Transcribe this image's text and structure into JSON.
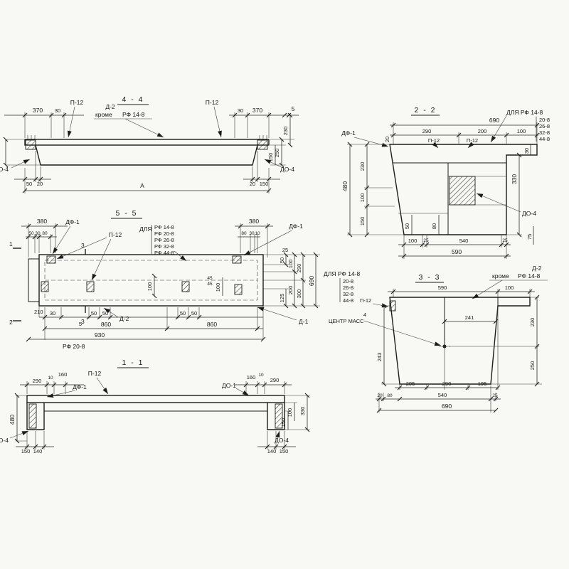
{
  "sheet": {
    "background": "#f8f8f4",
    "ink": "#1c1c1c"
  },
  "views": {
    "v44": {
      "title": "4 - 4"
    },
    "v55": {
      "title": "5 - 5"
    },
    "v11": {
      "title": "1 - 1"
    },
    "v22": {
      "title": "2 - 2"
    },
    "v33": {
      "title": "3 - 3"
    }
  },
  "t": {
    "p12": "П-12",
    "df1": "ДФ-1",
    "do4": "ДО-4",
    "do1": "ДО-1",
    "d1lbl": "Д-1",
    "d2lbl": "Д-2",
    "krome": "кроме",
    "dlya": "ДЛЯ",
    "dlya_rf": "ДЛЯ  РФ 14-8",
    "rf148": "РФ 14-8",
    "rf208": "РФ 20-8",
    "rf268": "РФ 26-8",
    "rf328": "РФ 32-8",
    "rf448": "РФ 44-8",
    "r208": "20-8",
    "r268": "26-8",
    "r328": "32-8",
    "r448": "44-8",
    "cm": "ЦЕНТР МАСС",
    "A": "А",
    "n1": "1",
    "n2": "2",
    "n3": "3",
    "n4": "4",
    "n5": "5",
    "d10": "10",
    "d20": "20",
    "d25": "25",
    "d30": "30",
    "d45": "45",
    "d50": "50",
    "d75": "75",
    "d80": "80",
    "d100": "100",
    "d125": "125",
    "d140": "140",
    "d150": "150",
    "d160": "160",
    "d195": "195",
    "d200": "200",
    "d205": "205",
    "d210": "210",
    "d230": "230",
    "d241": "241",
    "d243": "243",
    "d250": "250",
    "d290": "290",
    "d300": "300",
    "d330": "330",
    "d370": "370",
    "d380": "380",
    "d480": "480",
    "d540": "540",
    "d590": "590",
    "d690": "690",
    "d860": "860",
    "d930": "930"
  }
}
